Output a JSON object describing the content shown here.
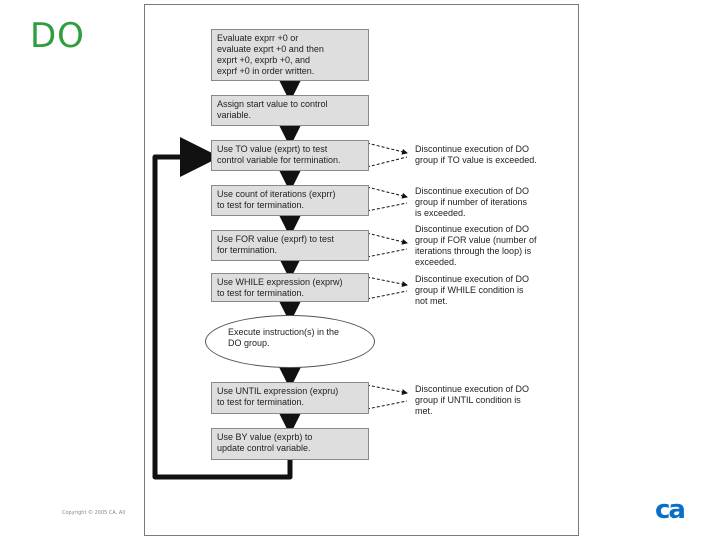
{
  "slide": {
    "title": "DO",
    "copyright": "Copyright © 2005 CA. All",
    "logo_text": "ca",
    "brand_color": "#0a6fc7",
    "title_color": "#2e9e3e"
  },
  "flowchart": {
    "steps": [
      {
        "text": "Evaluate  exprr +0     or\nevaluate  exprt +0      and then\nexprt +0,  exprb +0,  and\nexprf +0          in order written."
      },
      {
        "text": "Assign start value to control\nvariable."
      },
      {
        "text": "Use TO value (exprt) to test\ncontrol variable for termination."
      },
      {
        "text": "Use count of iterations (exprr)\nto test for termination."
      },
      {
        "text": "Use FOR value (exprf) to test\nfor termination."
      },
      {
        "text": "Use WHILE expression (exprw)\nto test for termination."
      },
      {
        "text": "Execute instruction(s) in the\nDO group."
      },
      {
        "text": "Use UNTIL expression (expru)\nto test for termination."
      },
      {
        "text": "Use BY value (exprb) to\nupdate control variable."
      }
    ],
    "notes": [
      {
        "text": "Discontinue execution of DO\ngroup if TO value is exceeded."
      },
      {
        "text": "Discontinue execution of DO\ngroup if number of iterations\nis exceeded."
      },
      {
        "text": "Discontinue execution of DO\ngroup if FOR value (number of\niterations through the loop) is\nexceeded."
      },
      {
        "text": "Discontinue execution of DO\ngroup if WHILE condition is\nnot met."
      },
      {
        "text": "Discontinue execution of DO\ngroup if UNTIL condition is\nmet."
      }
    ]
  }
}
